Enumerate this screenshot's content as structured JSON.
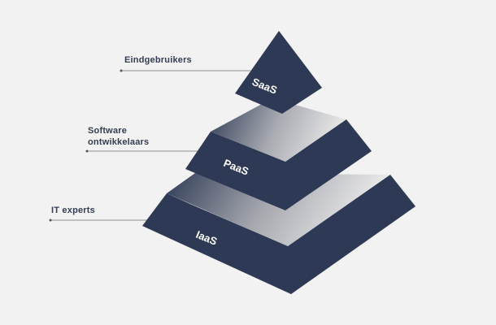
{
  "labels": {
    "saas_audience": "Eindgebruikers",
    "paas_audience_line1": "Software",
    "paas_audience_line2": "ontwikkelaars",
    "iaas_audience": "IT experts"
  },
  "layers": {
    "top": "SaaS",
    "middle": "PaaS",
    "bottom": "IaaS"
  },
  "colors": {
    "layer": "#2e3a55",
    "background": "#f1f2f1",
    "line": "#8a8d94"
  }
}
